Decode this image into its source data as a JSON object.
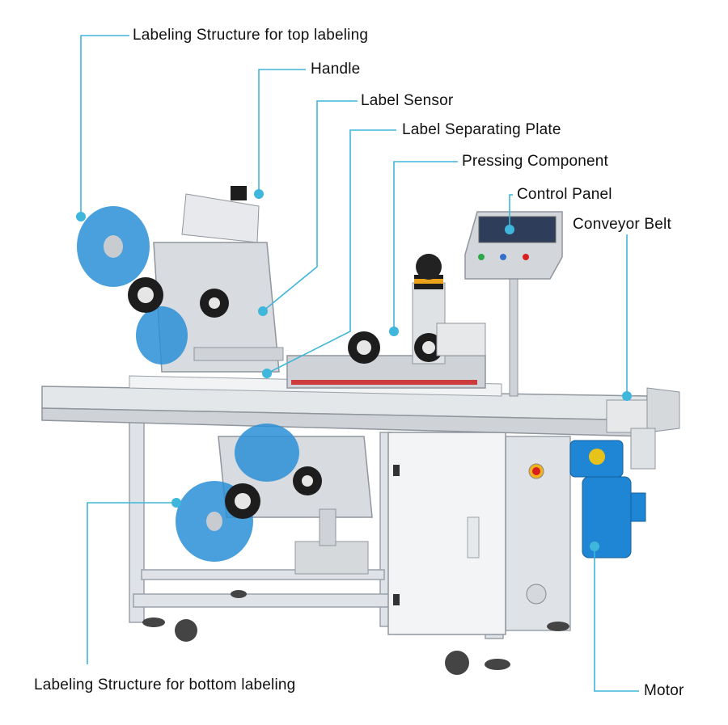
{
  "colors": {
    "callout": "#3fb6dc",
    "reel": "#2a8fd6",
    "frame": "#d9dde2",
    "panel": "#c9ccd0",
    "motor": "#1f86d6"
  },
  "labels": {
    "top_labeling": "Labeling Structure for top labeling",
    "handle": "Handle",
    "label_sensor": "Label Sensor",
    "separating_plate": "Label Separating Plate",
    "pressing_component": "Pressing Component",
    "control_panel": "Control Panel",
    "conveyor_belt": "Conveyor Belt",
    "bottom_labeling": "Labeling Structure for bottom labeling",
    "motor": "Motor"
  }
}
